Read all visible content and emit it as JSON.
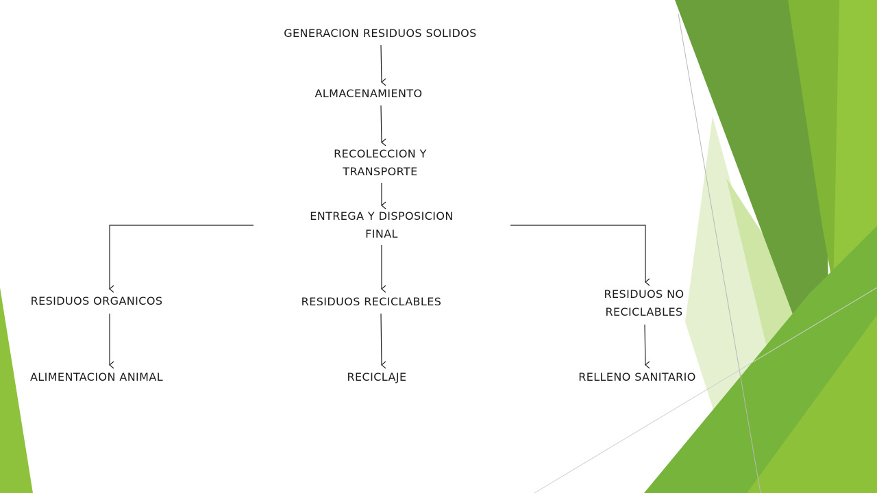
{
  "nodes": {
    "generacion": "GENERACION  RESIDUOS SOLIDOS",
    "almacenamiento": "ALMACENAMIENTO",
    "recoleccion": [
      "RECOLECCION Y",
      "TRANSPORTE"
    ],
    "entrega": [
      "ENTREGA Y DISPOSICION",
      "FINAL"
    ],
    "organicos": "RESIDUOS ORGANICOS",
    "reciclables": "RESIDUOS RECICLABLES",
    "no_reciclables": [
      "RESIDUOS NO",
      "RECICLABLES"
    ],
    "alimentacion": "ALIMENTACION ANIMAL",
    "reciclaje": "RECICLAJE",
    "relleno": "RELLENO SANITARIO"
  },
  "colors": {
    "text": "#1a1a1a",
    "line": "#222222",
    "green_dark": "#5e9830",
    "green_mid": "#7cb531",
    "green_light": "#9bcb3c",
    "green_pale": "#d9ebb8"
  }
}
